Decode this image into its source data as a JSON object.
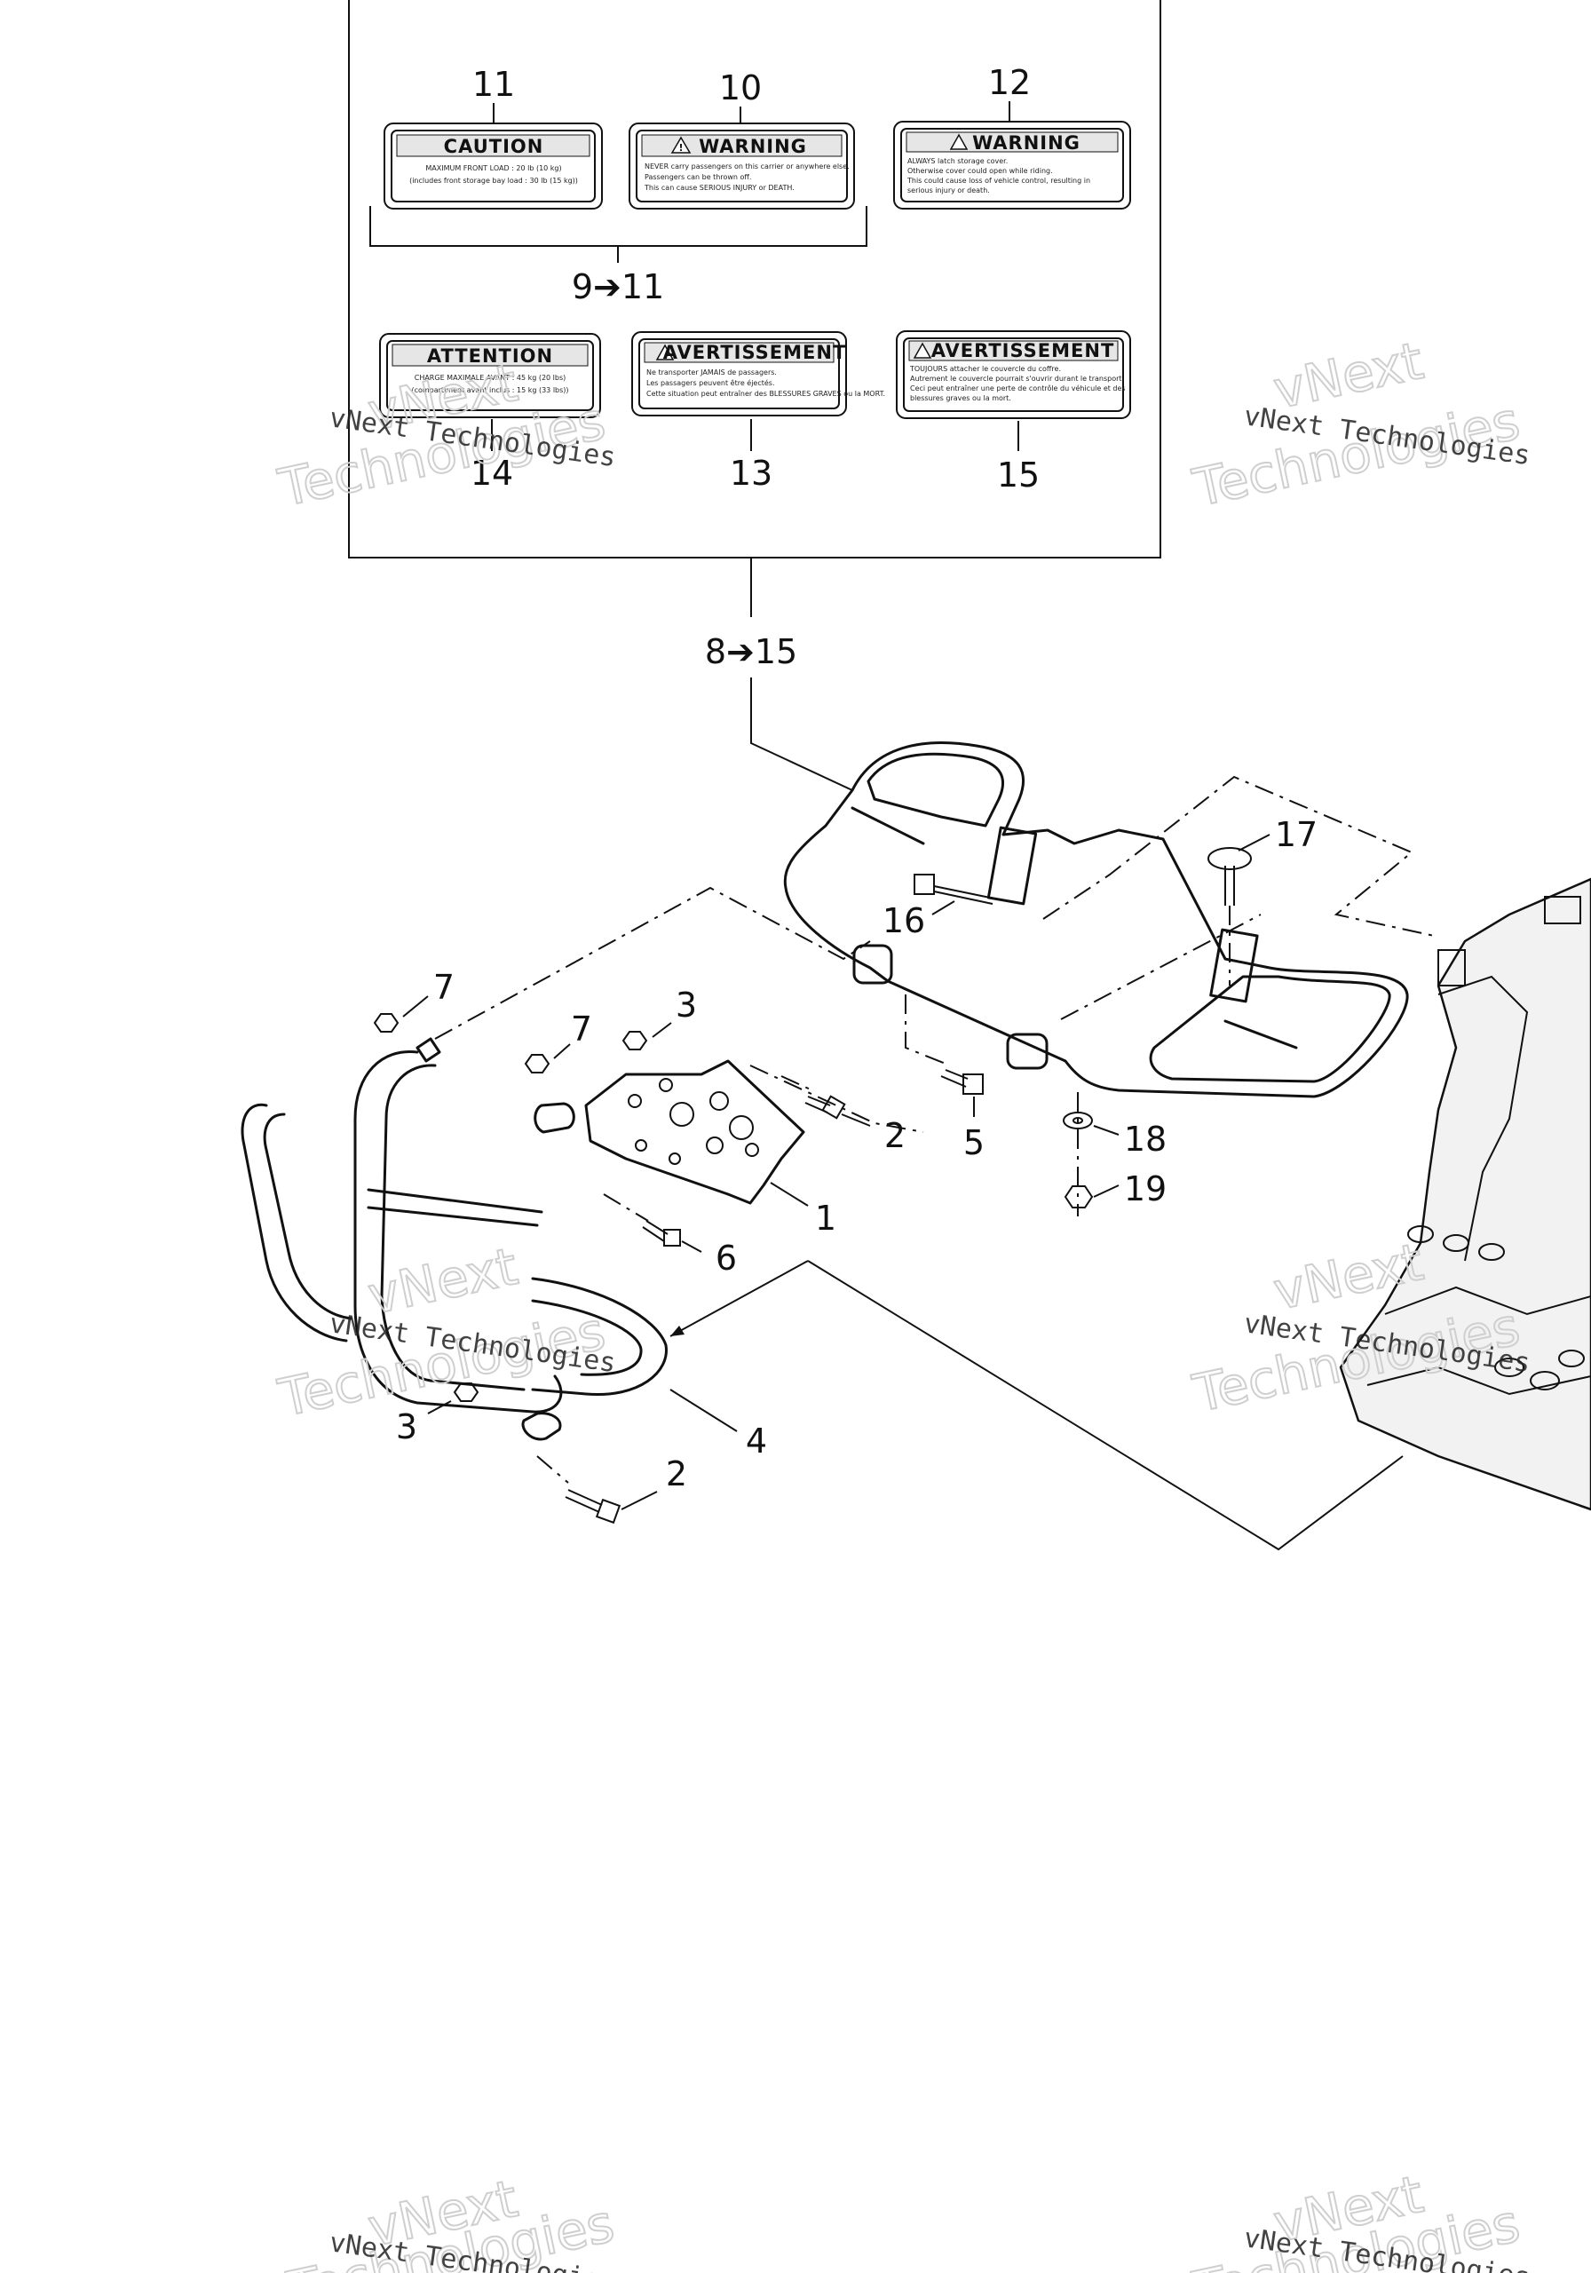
{
  "decal_group": {
    "range_labels": {
      "inner": "9➔11",
      "outer": "8➔15"
    },
    "decals": [
      {
        "ref": "11",
        "title": "CAUTION",
        "lines": [
          "MAXIMUM FRONT LOAD : 20 lb (10 kg)",
          "(includes front storage bay load : 30 lb (15 kg))"
        ]
      },
      {
        "ref": "10",
        "title": "WARNING",
        "lines": [
          "NEVER carry passengers on this carrier or anywhere else.",
          "Passengers can be thrown off.",
          "This can cause SERIOUS INJURY or DEATH."
        ]
      },
      {
        "ref": "12",
        "title": "WARNING",
        "lines": [
          "ALWAYS latch storage cover.",
          "Otherwise cover could open while riding.",
          "This could cause loss of vehicle control, resulting in",
          "serious injury or death."
        ]
      },
      {
        "ref": "14",
        "title": "ATTENTION",
        "lines": [
          "CHARGE MAXIMALE AVANT : 45 kg (20 lbs)",
          "(compartiment avant inclus : 15 kg (33 lbs))"
        ]
      },
      {
        "ref": "13",
        "title": "AVERTISSEMENT",
        "lines": [
          "Ne transporter JAMAIS de passagers.",
          "Les passagers peuvent être éjectés.",
          "Cette situation peut entraîner des BLESSURES GRAVES ou la MORT."
        ]
      },
      {
        "ref": "15",
        "title": "AVERTISSEMENT",
        "lines": [
          "TOUJOURS attacher le couvercle du coffre.",
          "Autrement le couvercle pourrait s'ouvrir durant le transport.",
          "Ceci peut entraîner une perte de contrôle du véhicule et des",
          "blessures graves ou la mort."
        ]
      }
    ]
  },
  "callouts": {
    "c1": "1",
    "c2a": "2",
    "c2b": "2",
    "c3a": "3",
    "c3b": "3",
    "c4": "4",
    "c5": "5",
    "c6": "6",
    "c7a": "7",
    "c7b": "7",
    "c16": "16",
    "c17": "17",
    "c18": "18",
    "c19": "19"
  },
  "watermarks": {
    "small": "vNext Technologies",
    "large_top": "vNext",
    "large_bottom": "Technologies"
  }
}
